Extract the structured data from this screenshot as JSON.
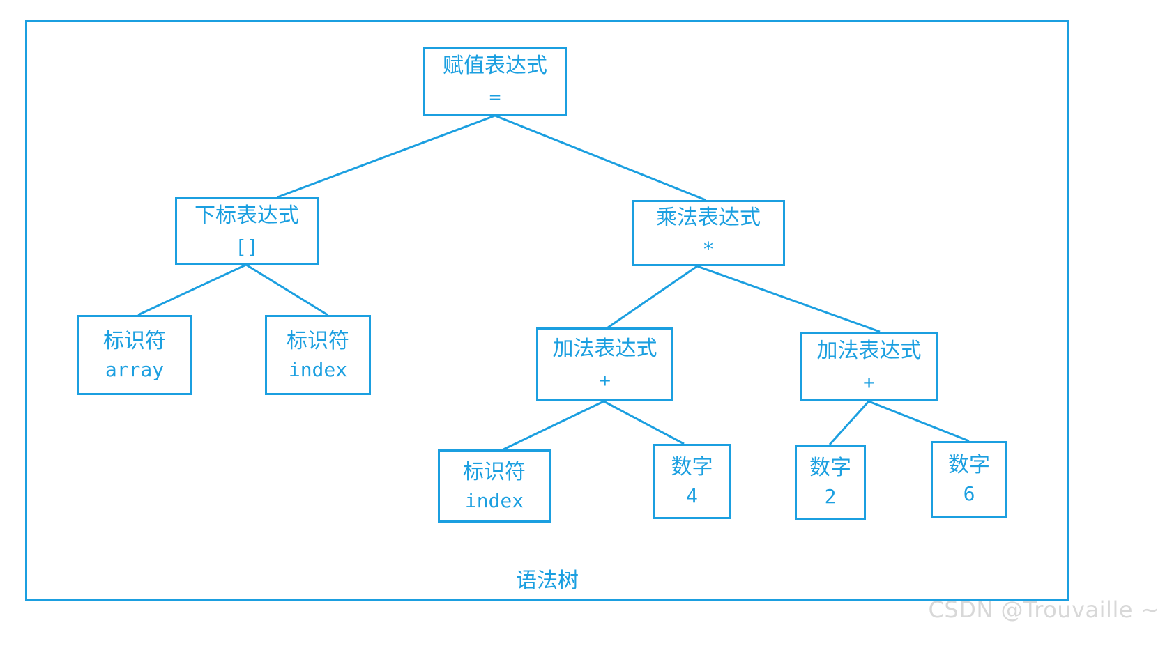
{
  "diagram": {
    "caption": "语法树",
    "watermark": "CSDN @Trouvaille ~",
    "accent_color": "#1b9fe0",
    "background_color": "#ffffff",
    "watermark_color": "#d8d8d8",
    "nodes": [
      {
        "id": "root",
        "label": "赋值表达式",
        "value": "="
      },
      {
        "id": "subscript",
        "label": "下标表达式",
        "value": "[]"
      },
      {
        "id": "multiply",
        "label": "乘法表达式",
        "value": "*"
      },
      {
        "id": "id-array",
        "label": "标识符",
        "value": "array"
      },
      {
        "id": "id-index",
        "label": "标识符",
        "value": "index"
      },
      {
        "id": "add-left",
        "label": "加法表达式",
        "value": "+"
      },
      {
        "id": "add-right",
        "label": "加法表达式",
        "value": "+"
      },
      {
        "id": "id-index2",
        "label": "标识符",
        "value": "index"
      },
      {
        "id": "num-4",
        "label": "数字",
        "value": "4"
      },
      {
        "id": "num-2",
        "label": "数字",
        "value": "2"
      },
      {
        "id": "num-6",
        "label": "数字",
        "value": "6"
      }
    ],
    "edges": [
      {
        "from": "root",
        "to": "subscript"
      },
      {
        "from": "root",
        "to": "multiply"
      },
      {
        "from": "subscript",
        "to": "id-array"
      },
      {
        "from": "subscript",
        "to": "id-index"
      },
      {
        "from": "multiply",
        "to": "add-left"
      },
      {
        "from": "multiply",
        "to": "add-right"
      },
      {
        "from": "add-left",
        "to": "id-index2"
      },
      {
        "from": "add-left",
        "to": "num-4"
      },
      {
        "from": "add-right",
        "to": "num-2"
      },
      {
        "from": "add-right",
        "to": "num-6"
      }
    ]
  }
}
